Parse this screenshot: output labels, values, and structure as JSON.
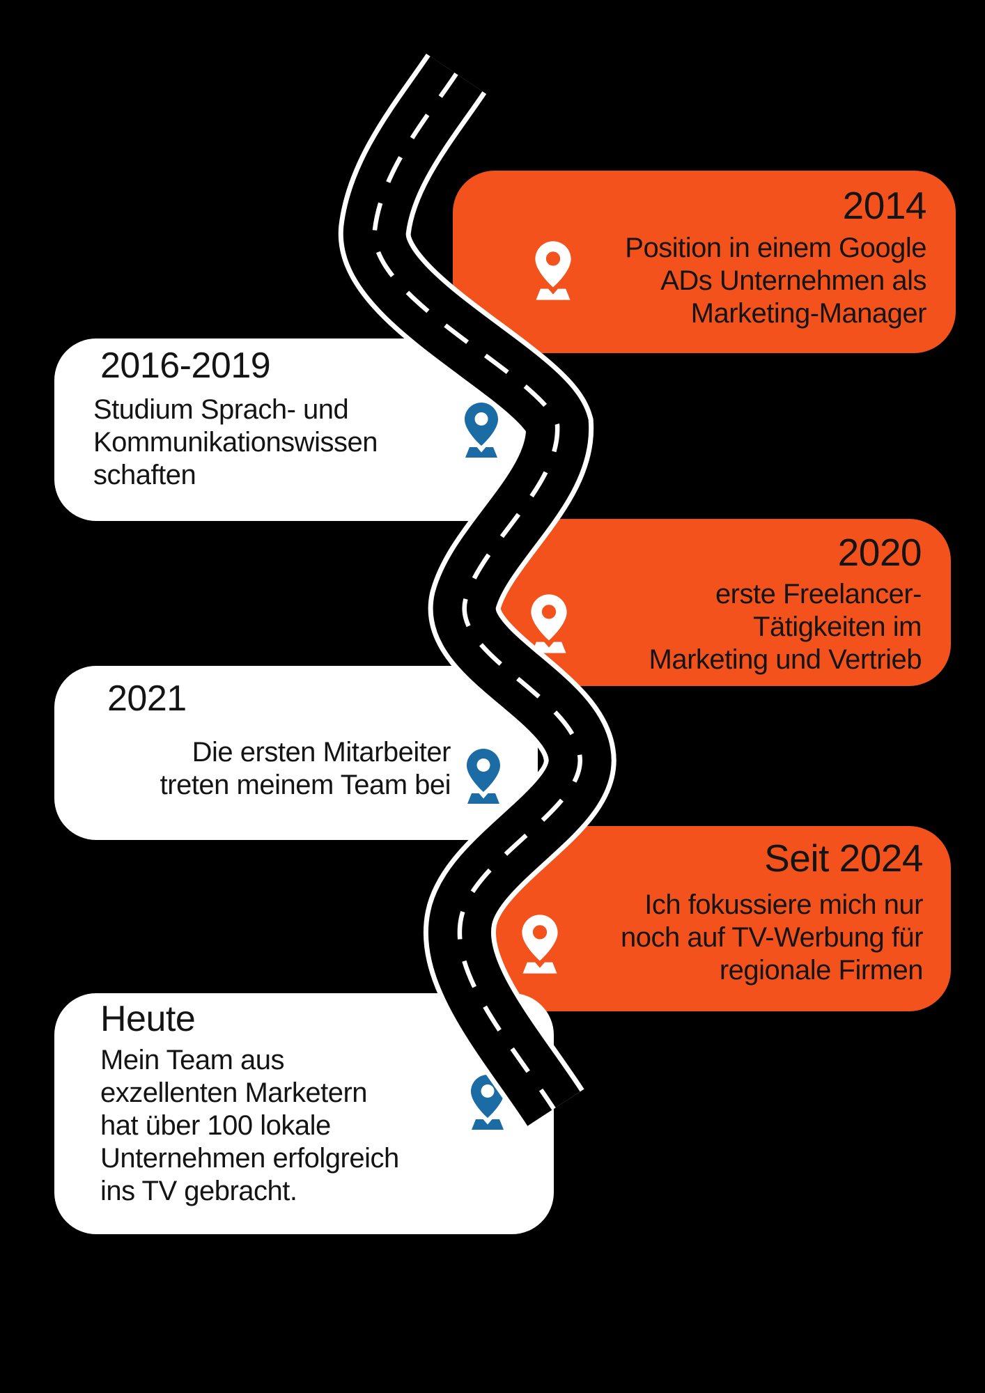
{
  "colors": {
    "background": "#000000",
    "accent_orange": "#F4521D",
    "card_white": "#FFFFFF",
    "pin_blue": "#1B6BA5",
    "text_dark": "#141414",
    "road_surface": "#000000",
    "road_line": "#FFFFFF"
  },
  "icons": {
    "milestone_marker": "map-pin-icon"
  },
  "timeline": {
    "items": [
      {
        "year": "2014",
        "body": "Position in einem Google\nADs Unternehmen als\nMarketing-Manager",
        "side": "right",
        "card_color": "orange",
        "pin_color": "white"
      },
      {
        "year": "2016-2019",
        "body": "Studium Sprach- und\nKommunikationswissen\nschaften",
        "side": "left",
        "card_color": "white",
        "pin_color": "blue"
      },
      {
        "year": "2020",
        "body": "erste Freelancer-\nTätigkeiten im\nMarketing und Vertrieb",
        "side": "right",
        "card_color": "orange",
        "pin_color": "white"
      },
      {
        "year": "2021",
        "body": "Die ersten Mitarbeiter\ntreten meinem Team bei",
        "side": "left",
        "card_color": "white",
        "pin_color": "blue"
      },
      {
        "year": "Seit 2024",
        "body": "Ich fokussiere mich nur\nnoch auf TV-Werbung für\nregionale Firmen",
        "side": "right",
        "card_color": "orange",
        "pin_color": "white"
      },
      {
        "year": "Heute",
        "body": "Mein Team aus\nexzellenten Marketern\nhat über 100 lokale\nUnternehmen erfolgreich\nins TV gebracht.",
        "side": "left",
        "card_color": "white",
        "pin_color": "blue"
      }
    ]
  }
}
